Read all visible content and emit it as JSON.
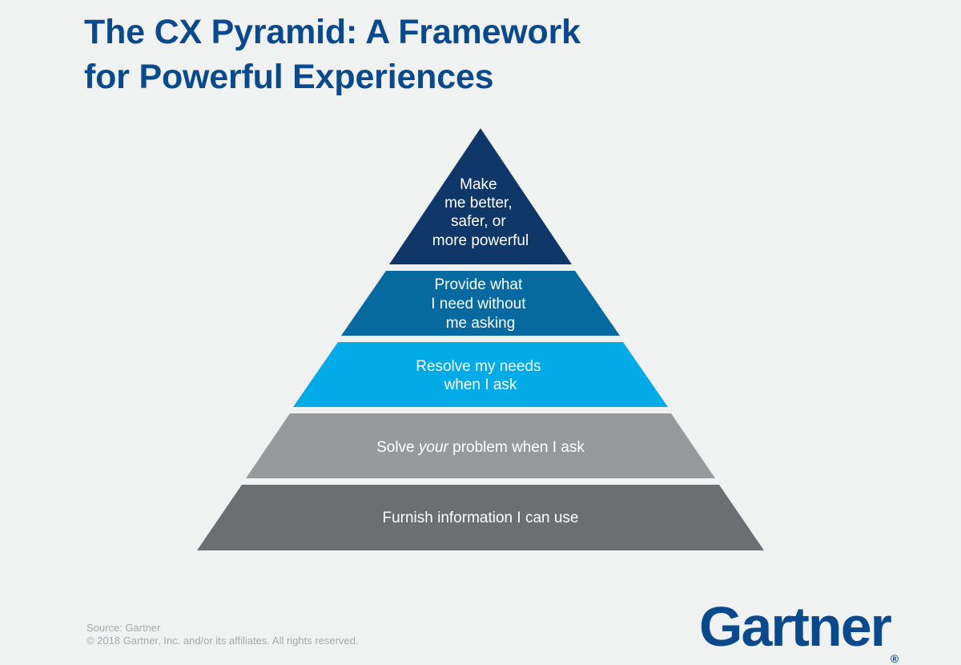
{
  "title": {
    "line1": "The CX Pyramid: A Framework",
    "line2": "for Powerful Experiences"
  },
  "pyramid": {
    "tiers": [
      {
        "lines": [
          "Make",
          "me better,",
          "safer, or",
          "more powerful"
        ],
        "color": "#0f3767"
      },
      {
        "lines": [
          "Provide what",
          "I need without",
          "me asking"
        ],
        "color": "#06699f"
      },
      {
        "lines": [
          "Resolve my needs",
          "when I ask"
        ],
        "color": "#00abe8"
      },
      {
        "lines": [
          [
            "Solve ",
            "your",
            " problem when I ask"
          ]
        ],
        "color": "#96999c"
      },
      {
        "lines": [
          "Furnish information I can use"
        ],
        "color": "#6c6e71"
      }
    ]
  },
  "footer": {
    "source": "Source: Gartner",
    "copyright": "© 2018 Gartner, Inc. and/or its affiliates. All rights reserved."
  },
  "logo": {
    "text": "Gartner",
    "mark": "®"
  },
  "colors": {
    "title": "#0a4a8c",
    "background": "#f0f2f2"
  }
}
